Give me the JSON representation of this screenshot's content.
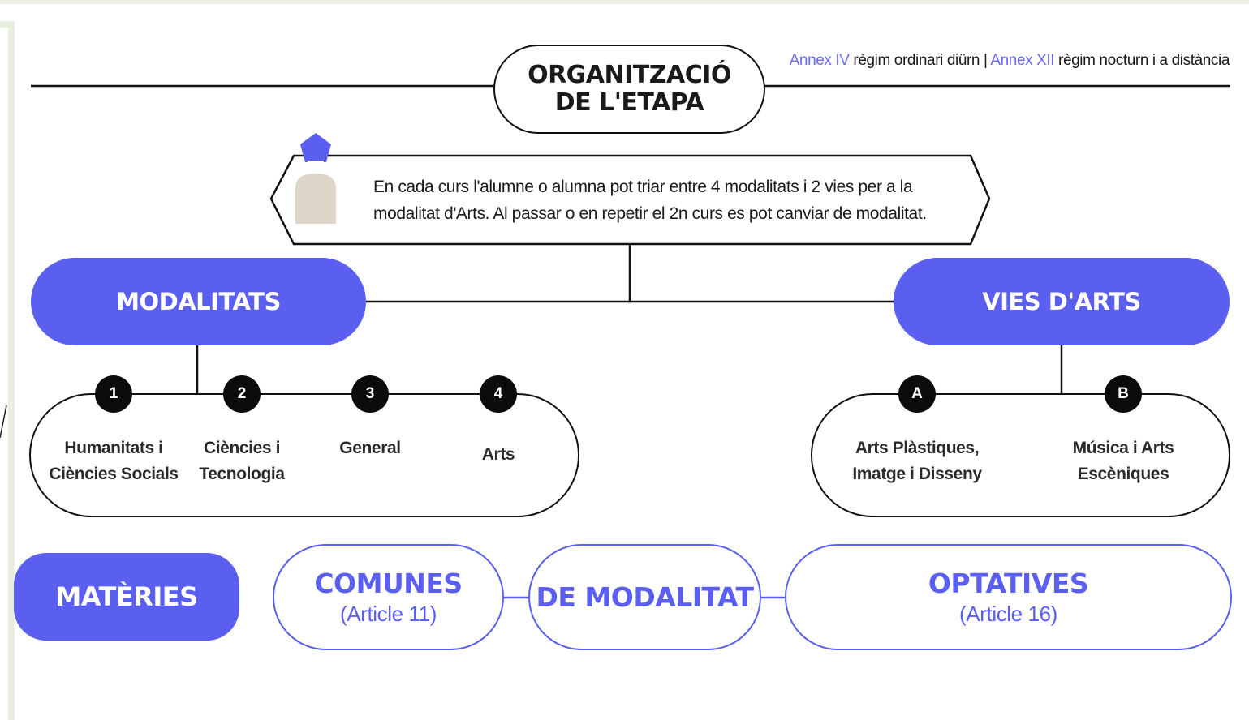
{
  "title": {
    "line1": "ORGANITZACIÓ",
    "line2": "DE L'ETAPA"
  },
  "annex": {
    "link1": "Annex IV",
    "text1": " règim ordinari diürn | ",
    "link2": "Annex XII",
    "text2": " règim nocturn i a distància"
  },
  "note": {
    "line1": "En cada curs l'alumne o alumna pot triar entre 4 modalitats i 2 vies per a la",
    "line2": "modalitat d'Arts. Al passar o en repetir el 2n curs es pot canviar de modalitat."
  },
  "modalitats": {
    "title": "MODALITATS",
    "items": [
      {
        "badge": "1",
        "line1": "Humanitats i",
        "line2": "Ciències Socials"
      },
      {
        "badge": "2",
        "line1": "Ciències i",
        "line2": "Tecnologia"
      },
      {
        "badge": "3",
        "line1": "General",
        "line2": ""
      },
      {
        "badge": "4",
        "line1": "Arts",
        "line2": ""
      }
    ]
  },
  "vies": {
    "title": "VIES D'ARTS",
    "items": [
      {
        "badge": "A",
        "line1": "Arts Plàstiques,",
        "line2": "Imatge i Disseny"
      },
      {
        "badge": "B",
        "line1": "Música i Arts",
        "line2": "Escèniques"
      }
    ]
  },
  "materies": {
    "title": "MATÈRIES",
    "comunes": {
      "label": "COMUNES",
      "sub": "(Article 11)"
    },
    "modalitat": {
      "label": "DE MODALITAT"
    },
    "optatives": {
      "label": "OPTATIVES",
      "sub": "(Article 16)"
    }
  },
  "colors": {
    "accent": "#5b5ff0",
    "ink": "#111111",
    "figure_head": "#5b5ff0",
    "figure_body": "#ddd6c8"
  },
  "icons": [
    "student-icon"
  ]
}
